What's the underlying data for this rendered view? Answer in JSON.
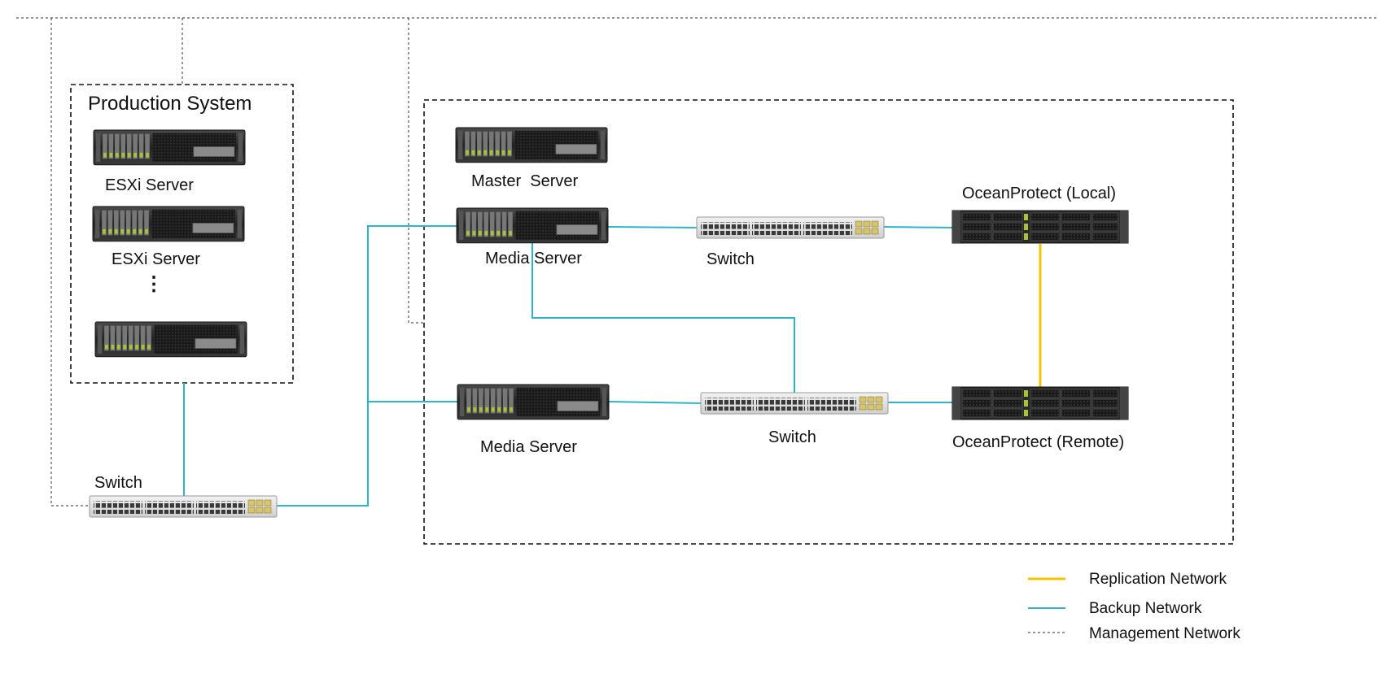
{
  "colors": {
    "backup": "#2eb4c8",
    "replication": "#f5c400",
    "management": "#555555"
  },
  "production_system": {
    "title": "Production System",
    "servers": [
      {
        "label": "ESXi Server",
        "icon": "rack-server-icon"
      },
      {
        "label": "ESXi Server",
        "icon": "rack-server-icon"
      },
      {
        "label": "",
        "icon": "rack-server-icon"
      }
    ],
    "ellipsis": "⋮"
  },
  "backup_system": {
    "master_server": {
      "label": "Master  Server",
      "icon": "rack-server-icon"
    },
    "media_server_1": {
      "label": "Media Server",
      "icon": "rack-server-icon"
    },
    "media_server_2": {
      "label": "Media Server",
      "icon": "rack-server-icon"
    },
    "switch_1": {
      "label": "Switch",
      "icon": "network-switch-icon"
    },
    "switch_2": {
      "label": "Switch",
      "icon": "network-switch-icon"
    },
    "oceanprotect_local": {
      "label": "OceanProtect (Local)",
      "icon": "storage-array-icon"
    },
    "oceanprotect_remote": {
      "label": "OceanProtect (Remote)",
      "icon": "storage-array-icon"
    }
  },
  "production_switch": {
    "label": "Switch",
    "icon": "network-switch-icon"
  },
  "legend": [
    {
      "label": "Replication Network",
      "style": "replication"
    },
    {
      "label": "Backup Network",
      "style": "backup"
    },
    {
      "label": "Management Network",
      "style": "management"
    }
  ]
}
